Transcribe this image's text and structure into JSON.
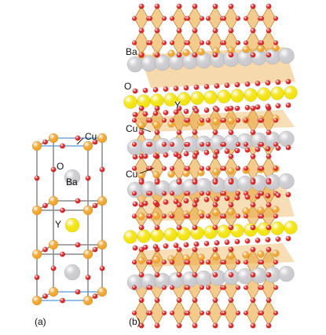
{
  "diagram": {
    "panel_a": {
      "caption": "(a)",
      "labels": {
        "cu": "Cu",
        "o": "O",
        "ba": "Ba",
        "y": "Y"
      }
    },
    "panel_b": {
      "caption": "(b)",
      "labels": {
        "ba": "Ba",
        "o": "O",
        "y": "Y",
        "cu_top": "Cu",
        "cu_mid": "Cu"
      }
    },
    "colors": {
      "ba": "#c8c8cc",
      "y": "#f2e200",
      "cu": "#f0a020",
      "o": "#d81818",
      "polyhedra": "#e8a030",
      "cell_edge": "#2a7fd4",
      "bond": "#8a8a8a"
    }
  }
}
